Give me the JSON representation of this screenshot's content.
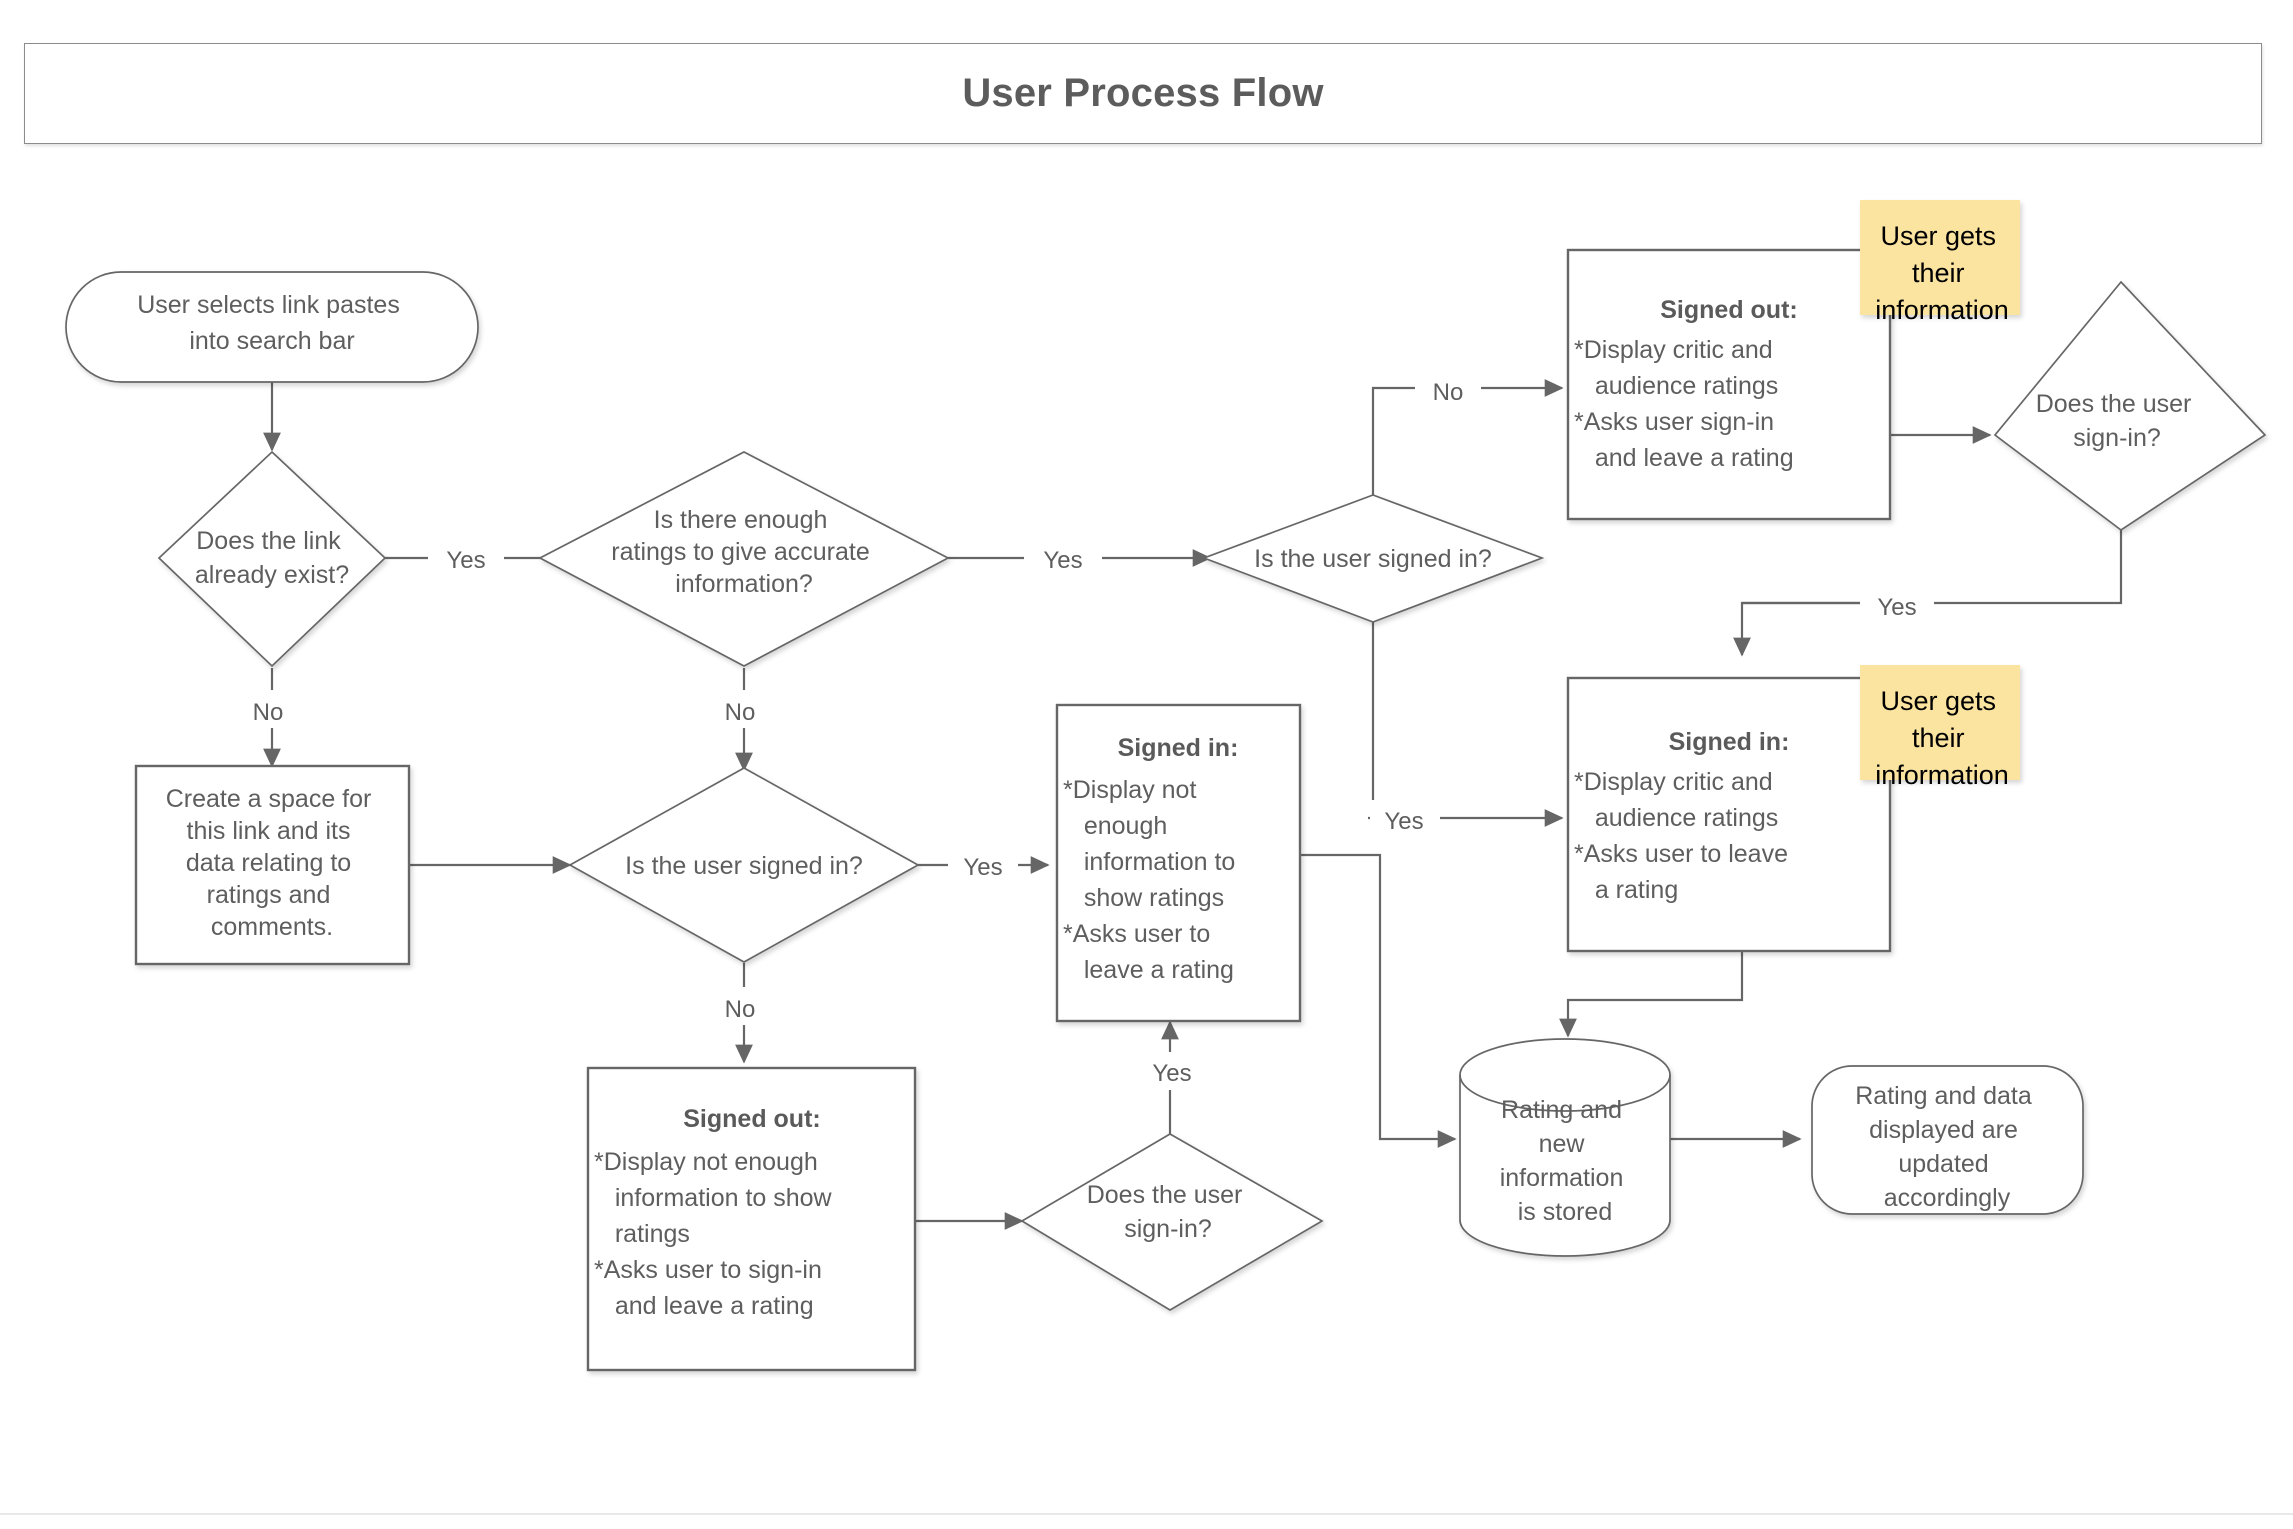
{
  "header": {
    "title": "User Process Flow"
  },
  "colors": {
    "shape_stroke": "#666666",
    "text": "#5e5e5e",
    "sticky_background": "#fbe3a0",
    "canvas": "#ffffff",
    "title_text": "#5c5c5c"
  },
  "chart_data": {
    "type": "diagram",
    "diagram_kind": "flowchart",
    "title": "User Process Flow",
    "nodes": [
      {
        "id": "start",
        "shape": "rounded-terminator",
        "lines": [
          "User selects link pastes",
          "into search bar"
        ]
      },
      {
        "id": "link_exists",
        "shape": "diamond",
        "lines": [
          "Does the link",
          "already exist?"
        ]
      },
      {
        "id": "create_space",
        "shape": "rectangle",
        "lines": [
          "Create a space for",
          "this link and its",
          "data relating to",
          "ratings and",
          "comments."
        ]
      },
      {
        "id": "enough_ratings",
        "shape": "diamond",
        "lines": [
          "Is there enough",
          "ratings to give accurate",
          "information?"
        ]
      },
      {
        "id": "signed_in_lower",
        "shape": "diamond",
        "lines": [
          "Is the user signed in?"
        ]
      },
      {
        "id": "signed_in_upper",
        "shape": "diamond",
        "lines": [
          "Is the user signed in?"
        ]
      },
      {
        "id": "signed_out_bottom",
        "shape": "rectangle",
        "heading": "Signed out:",
        "lines": [
          "*Display not enough",
          "   information to show",
          "   ratings",
          "*Asks user to sign-in",
          "   and leave a rating"
        ]
      },
      {
        "id": "signed_in_mid",
        "shape": "rectangle",
        "heading": "Signed in:",
        "lines": [
          "*Display not",
          "   enough",
          "   information to",
          "   show ratings",
          "*Asks user to",
          "   leave a rating"
        ]
      },
      {
        "id": "signed_out_top",
        "shape": "rectangle",
        "heading": "Signed out:",
        "lines": [
          "*Display critic and",
          "   audience ratings",
          "*Asks user sign-in",
          "   and leave a rating"
        ]
      },
      {
        "id": "signed_in_right",
        "shape": "rectangle",
        "heading": "Signed in:",
        "lines": [
          "*Display critic and",
          "   audience ratings",
          "*Asks user to leave",
          "   a rating"
        ]
      },
      {
        "id": "does_sign_in_right",
        "shape": "diamond",
        "lines": [
          "Does the user",
          "sign-in?"
        ]
      },
      {
        "id": "does_sign_in_bottom",
        "shape": "diamond",
        "lines": [
          "Does the user",
          "sign-in?"
        ]
      },
      {
        "id": "database",
        "shape": "cylinder",
        "lines": [
          "Rating and",
          "new",
          "information",
          "is stored"
        ]
      },
      {
        "id": "end",
        "shape": "rounded-terminator",
        "lines": [
          "Rating and data",
          "displayed are",
          "updated",
          "accordingly"
        ]
      }
    ],
    "sticky_notes": [
      {
        "id": "sticky_top",
        "lines": [
          "User gets",
          "their",
          "information"
        ]
      },
      {
        "id": "sticky_right",
        "lines": [
          "User gets",
          "their",
          "information"
        ]
      }
    ],
    "edges": [
      {
        "from": "start",
        "to": "link_exists",
        "label": ""
      },
      {
        "from": "link_exists",
        "to": "enough_ratings",
        "label": "Yes"
      },
      {
        "from": "link_exists",
        "to": "create_space",
        "label": "No"
      },
      {
        "from": "create_space",
        "to": "signed_in_lower",
        "label": ""
      },
      {
        "from": "enough_ratings",
        "to": "signed_in_upper",
        "label": "Yes"
      },
      {
        "from": "enough_ratings",
        "to": "signed_in_lower",
        "label": "No"
      },
      {
        "from": "signed_in_lower",
        "to": "signed_in_mid",
        "label": "Yes"
      },
      {
        "from": "signed_in_lower",
        "to": "signed_out_bottom",
        "label": "No"
      },
      {
        "from": "signed_in_upper",
        "to": "signed_out_top",
        "label": "No"
      },
      {
        "from": "signed_in_upper",
        "to": "signed_in_right",
        "label": "Yes"
      },
      {
        "from": "signed_out_top",
        "to": "does_sign_in_right",
        "label": ""
      },
      {
        "from": "does_sign_in_right",
        "to": "signed_in_right",
        "label": "Yes"
      },
      {
        "from": "signed_out_bottom",
        "to": "does_sign_in_bottom",
        "label": ""
      },
      {
        "from": "does_sign_in_bottom",
        "to": "signed_in_mid",
        "label": "Yes"
      },
      {
        "from": "signed_in_mid",
        "to": "database",
        "label": ""
      },
      {
        "from": "signed_in_right",
        "to": "database",
        "label": ""
      },
      {
        "from": "database",
        "to": "end",
        "label": ""
      }
    ],
    "edge_labels": [
      "Yes",
      "No",
      "Yes",
      "No",
      "Yes",
      "No",
      "No",
      "Yes",
      "Yes",
      "Yes"
    ]
  }
}
